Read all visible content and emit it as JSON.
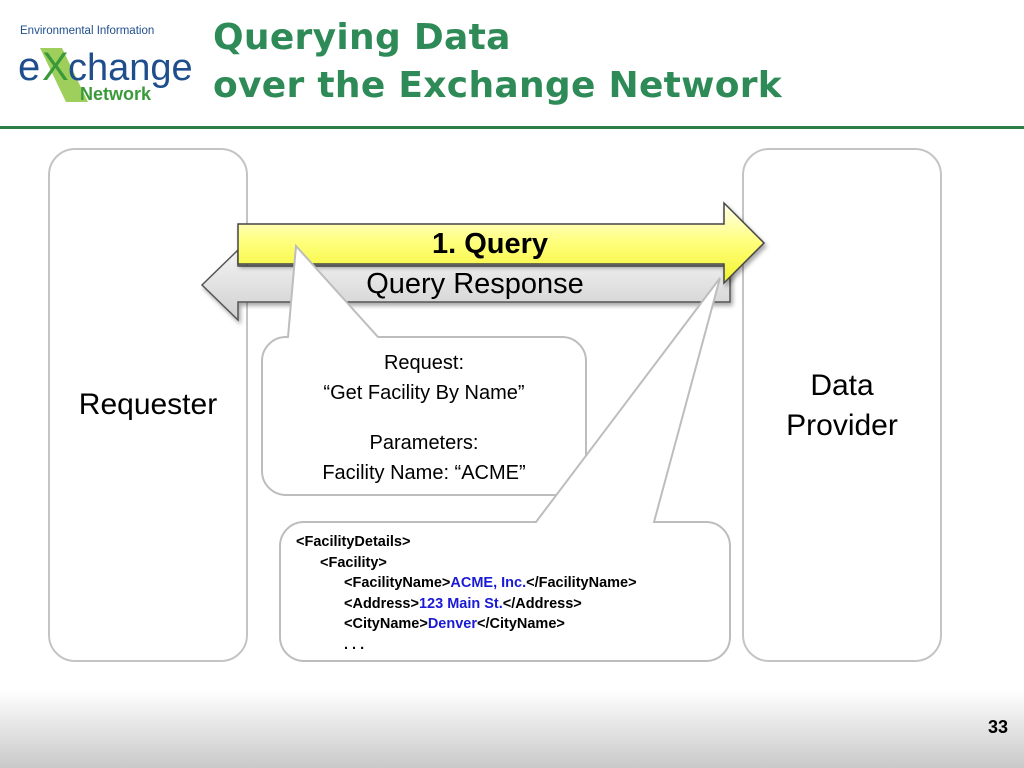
{
  "logo": {
    "line1": "Environmental Information",
    "line2_e": "e",
    "line2_x": "X",
    "line2_rest": "change",
    "line3": "Network"
  },
  "title": {
    "line1": "Querying Data",
    "line2": "over the Exchange Network"
  },
  "diagram": {
    "requester": "Requester",
    "provider_line1": "Data",
    "provider_line2": "Provider",
    "query_arrow": "1. Query",
    "response_arrow": "Query Response",
    "request_callout": {
      "line1": "Request:",
      "line2": "“Get Facility By Name”",
      "line3": "Parameters:",
      "line4": "Facility Name: “ACME”"
    },
    "xml_callout": {
      "l1": "<FacilityDetails>",
      "l2": "<Facility>",
      "l3_open": "<FacilityName>",
      "l3_val": "ACME, Inc.",
      "l3_close": "</FacilityName>",
      "l4_open": "<Address>",
      "l4_val": "123 Main St.",
      "l4_close": "</Address>",
      "l5_open": "<CityName>",
      "l5_val": "Denver",
      "l5_close": "</CityName>",
      "l6": ". . ."
    }
  },
  "footer": {
    "page_number": "33"
  },
  "colors": {
    "title_green": "#2e8b57",
    "logo_green": "#3a9a3a",
    "logo_blue": "#1f4e8c",
    "query_arrow_fill": "#ffff66",
    "xml_value_blue": "#1a1ad6"
  }
}
